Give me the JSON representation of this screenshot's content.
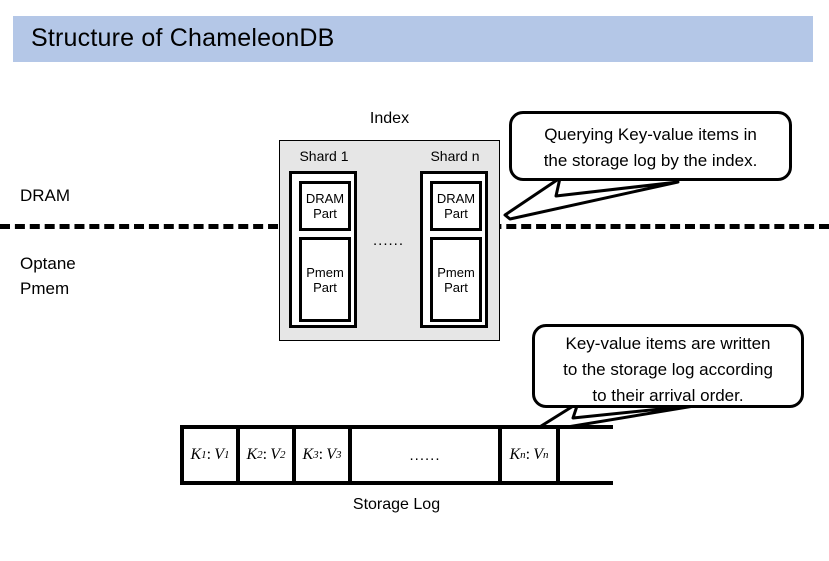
{
  "slide": {
    "title": "Structure of ChameleonDB",
    "title_bar_color": "#b4c7e7",
    "background_color": "#ffffff"
  },
  "tiers": {
    "upper_label": "DRAM",
    "lower_label_line1": "Optane",
    "lower_label_line2": "Pmem",
    "divider_style": "dashed"
  },
  "index": {
    "label": "Index",
    "background_color": "#e6e6e6",
    "ellipsis": "......",
    "shards": [
      {
        "label": "Shard 1",
        "dram_part_line1": "DRAM",
        "dram_part_line2": "Part",
        "pmem_part_line1": "Pmem",
        "pmem_part_line2": "Part"
      },
      {
        "label": "Shard n",
        "dram_part_line1": "DRAM",
        "dram_part_line2": "Part",
        "pmem_part_line1": "Pmem",
        "pmem_part_line2": "Part"
      }
    ]
  },
  "callouts": [
    {
      "id": "query",
      "line1": "Querying Key-value items in",
      "line2": "the storage log by the index."
    },
    {
      "id": "write",
      "line1": "Key-value items are written",
      "line2": "to the storage log according",
      "line3": "to their arrival order."
    }
  ],
  "storage_log": {
    "caption": "Storage Log",
    "cells": [
      {
        "key": "K",
        "key_sub": "1",
        "value": "V",
        "value_sub": "1",
        "empty": false
      },
      {
        "key": "K",
        "key_sub": "2",
        "value": "V",
        "value_sub": "2",
        "empty": false
      },
      {
        "key": "K",
        "key_sub": "3",
        "value": "V",
        "value_sub": "3",
        "empty": false
      },
      {
        "ellipsis": "......",
        "empty": false
      },
      {
        "key": "K",
        "key_sub": "n",
        "value": "V",
        "value_sub": "n",
        "empty": false
      },
      {
        "empty": true
      }
    ]
  }
}
